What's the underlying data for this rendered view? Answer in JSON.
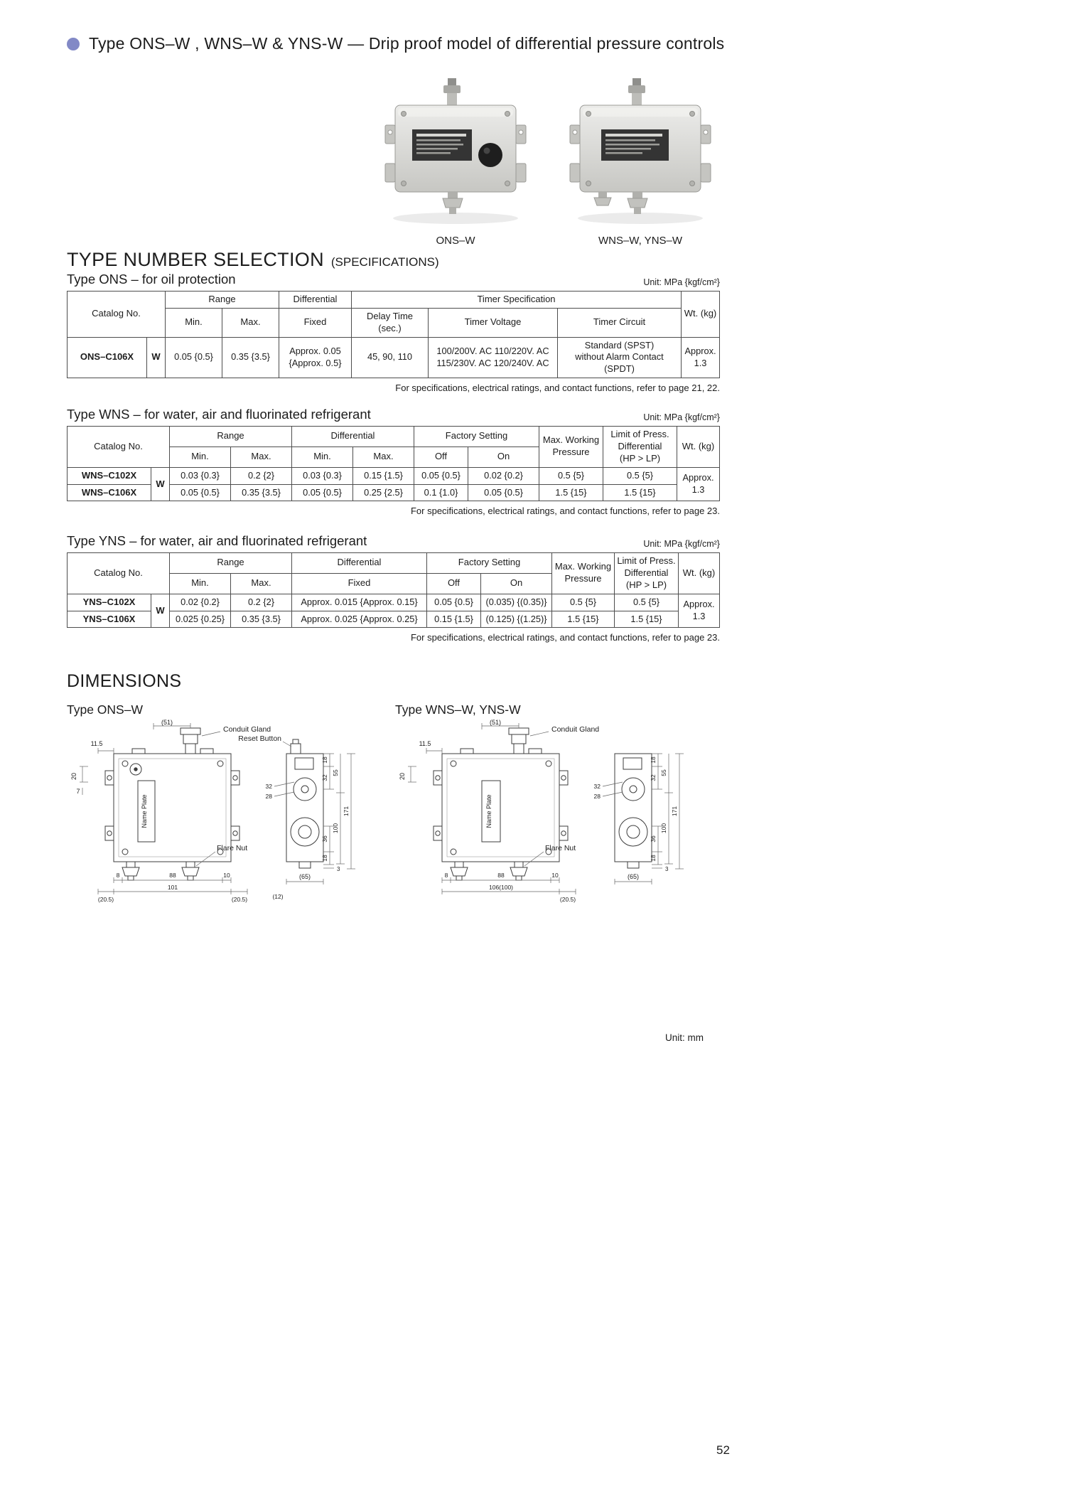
{
  "page": {
    "title": "Type ONS–W , WNS–W & YNS-W — Drip proof model of differential pressure controls",
    "bullet_color": "#8289c6",
    "page_number": "52"
  },
  "photos": {
    "left_caption": "ONS–W",
    "right_caption": "WNS–W, YNS–W"
  },
  "section": {
    "heading": "TYPE NUMBER SELECTION",
    "heading_note": "(SPECIFICATIONS)"
  },
  "tables": {
    "ons": {
      "title": "Type ONS – for oil protection",
      "unit": "Unit: MPa {kgf/cm²}",
      "h": {
        "catalog": "Catalog No.",
        "range": "Range",
        "min": "Min.",
        "max": "Max.",
        "differential": "Differential",
        "fixed": "Fixed",
        "timer_spec": "Timer Specification",
        "delay": "Delay Time (sec.)",
        "voltage": "Timer Voltage",
        "circuit": "Timer Circuit",
        "wt": "Wt. (kg)"
      },
      "row": {
        "model": "ONS–C106X",
        "w": "W",
        "min": "0.05 {0.5}",
        "max": "0.35 {3.5}",
        "fixed": "Approx. 0.05\n{Approx. 0.5}",
        "delay": "45, 90, 110",
        "voltage": "100/200V. AC  110/220V. AC\n115/230V. AC  120/240V. AC",
        "circuit": "Standard (SPST)\nwithout Alarm Contact (SPDT)",
        "wt": "Approx.\n1.3"
      },
      "note": "For specifications, electrical ratings, and contact functions, refer to page 21, 22."
    },
    "wns": {
      "title": "Type WNS – for water, air and fluorinated refrigerant",
      "unit": "Unit: MPa {kgf/cm²}",
      "h": {
        "catalog": "Catalog No.",
        "range": "Range",
        "differential": "Differential",
        "factory": "Factory Setting",
        "range_min": "Min.",
        "range_max": "Max.",
        "diff_min": "Min.",
        "diff_max": "Max.",
        "off": "Off",
        "on": "On",
        "mwp": "Max. Working\nPressure",
        "limit": "Limit of Press.\nDifferential\n(HP > LP)",
        "wt": "Wt. (kg)"
      },
      "w": "W",
      "wt_value": "Approx.\n1.3",
      "rows": [
        {
          "model": "WNS–C102X",
          "cells": [
            "0.03 {0.3}",
            "0.2 {2}",
            "0.03 {0.3}",
            "0.15 {1.5}",
            "0.05 {0.5}",
            "0.02 {0.2}",
            "0.5 {5}",
            "0.5 {5}"
          ]
        },
        {
          "model": "WNS–C106X",
          "cells": [
            "0.05 {0.5}",
            "0.35 {3.5}",
            "0.05 {0.5}",
            "0.25 {2.5}",
            "0.1 {1.0}",
            "0.05 {0.5}",
            "1.5 {15}",
            "1.5 {15}"
          ]
        }
      ],
      "note": "For specifications, electrical ratings, and contact functions, refer to page 23."
    },
    "yns": {
      "title": "Type YNS – for water, air and fluorinated refrigerant",
      "unit": "Unit: MPa {kgf/cm²}",
      "h": {
        "catalog": "Catalog No.",
        "range": "Range",
        "differential": "Differential",
        "factory": "Factory Setting",
        "min": "Min.",
        "max": "Max.",
        "fixed": "Fixed",
        "off": "Off",
        "on": "On",
        "mwp": "Max. Working\nPressure",
        "limit": "Limit of Press.\nDifferential\n(HP > LP)",
        "wt": "Wt. (kg)"
      },
      "w": "W",
      "wt_value": "Approx.\n1.3",
      "rows": [
        {
          "model": "YNS–C102X",
          "cells": [
            "0.02 {0.2}",
            "0.2 {2}",
            "Approx. 0.015 {Approx. 0.15}",
            "0.05 {0.5}",
            "(0.035) {(0.35)}",
            "0.5 {5}",
            "0.5 {5}"
          ]
        },
        {
          "model": "YNS–C106X",
          "cells": [
            "0.025 {0.25}",
            "0.35 {3.5}",
            "Approx. 0.025 {Approx. 0.25}",
            "0.15 {1.5}",
            "(0.125) {(1.25)}",
            "1.5 {15}",
            "1.5 {15}"
          ]
        }
      ],
      "note": "For specifications, electrical ratings, and contact functions, refer to page 23."
    }
  },
  "dimensions": {
    "heading": "DIMENSIONS",
    "unit": "Unit: mm",
    "ons": {
      "title": "Type ONS–W",
      "conduit_gland": "Conduit Gland",
      "reset_button": "Reset Button",
      "flare_nut": "Flare Nut",
      "name_plate": "Name Plate",
      "d51": "(51)",
      "d11_5": "11.5",
      "d20": "20",
      "d7": "7",
      "d8": "8",
      "d88": "88",
      "d10": "10",
      "d20_5l": "(20.5)",
      "d101": "101",
      "d20_5r": "(20.5)",
      "d12": "(12)",
      "d65": "(65)",
      "d18t": "18",
      "d32t": "32",
      "d55": "55",
      "d32m": "32",
      "d28": "28",
      "d171": "171",
      "d100": "100",
      "d36": "36",
      "d18b": "18",
      "d3": "3"
    },
    "wns": {
      "title": "Type WNS–W, YNS-W",
      "conduit_gland": "Conduit Gland",
      "flare_nut": "Flare Nut",
      "name_plate": "Name Plate",
      "d51": "(51)",
      "d11_5": "11.5",
      "d20": "20",
      "d8": "8",
      "d88": "88",
      "d10": "10",
      "d106": "106(100)",
      "d20_5": "(20.5)",
      "d65": "(65)",
      "d18t": "18",
      "d32t": "32",
      "d55": "55",
      "d32m": "32",
      "d28": "28",
      "d171": "171",
      "d100": "100",
      "d36": "36",
      "d18b": "18",
      "d3": "3"
    }
  }
}
